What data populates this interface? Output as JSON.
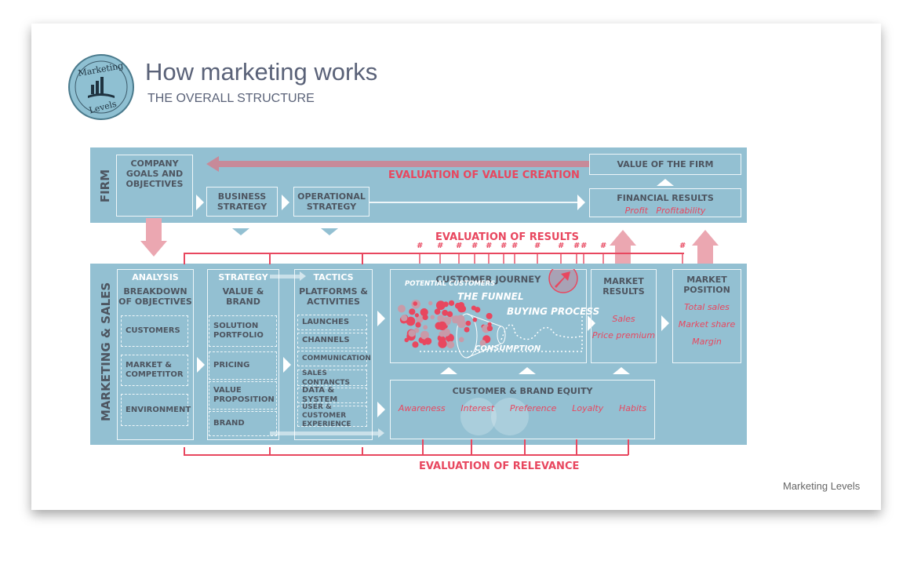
{
  "header": {
    "title": "How marketing works",
    "subtitle": "THE OVERALL STRUCTURE",
    "logo_text": "Marketing Levels",
    "footer": "Marketing Levels"
  },
  "colors": {
    "panel": "#93c0d2",
    "accent": "#e8475f",
    "arrow": "#e8a0aa",
    "text": "#4d5560"
  },
  "firm": {
    "label": "FIRM",
    "goals": "COMPANY GOALS AND OBJECTIVES",
    "business": "BUSINESS STRATEGY",
    "operational": "OPERATIONAL STRATEGY",
    "value": "VALUE OF THE FIRM",
    "financial": "FINANCIAL RESULTS",
    "profit": "Profit",
    "profitability": "Profitability",
    "eval_value": "EVALUATION OF VALUE CREATION"
  },
  "evals": {
    "results": "EVALUATION OF RESULTS",
    "relevance": "EVALUATION OF RELEVANCE",
    "hash": "#"
  },
  "ms": {
    "label": "MARKETING & SALES",
    "analysis": {
      "head": "ANALYSIS",
      "title": "BREAKDOWN OF OBJECTIVES",
      "items": [
        "CUSTOMERS",
        "MARKET & COMPETITOR",
        "ENVIRONMENT"
      ]
    },
    "strategy": {
      "head": "STRATEGY",
      "title": "VALUE & BRAND",
      "items": [
        "SOLUTION PORTFOLIO",
        "PRICING",
        "VALUE PROPOSITION",
        "BRAND"
      ]
    },
    "tactics": {
      "head": "TACTICS",
      "title": "PLATFORMS & ACTIVITIES",
      "items": [
        "LAUNCHES",
        "CHANNELS",
        "COMMUNICATION",
        "SALES CONTANCTS",
        "DATA & SYSTEM",
        "USER & CUSTOMER EXPERIENCE"
      ]
    },
    "journey": {
      "title": "CUSTOMER JOURNEY",
      "potential": "POTENTIAL CUSTOMERS",
      "funnel": "THE FUNNEL",
      "buying": "BUYING PROCESS",
      "consumption": "CONSUMPTION"
    },
    "market_results": {
      "title": "MARKET RESULTS",
      "items": [
        "Sales",
        "Price premium"
      ]
    },
    "market_position": {
      "title": "MARKET POSITION",
      "items": [
        "Total sales",
        "Market share",
        "Margin"
      ]
    },
    "equity": {
      "title": "CUSTOMER & BRAND EQUITY",
      "items": [
        "Awareness",
        "Interest",
        "Preference",
        "Loyalty",
        "Habits"
      ]
    }
  }
}
